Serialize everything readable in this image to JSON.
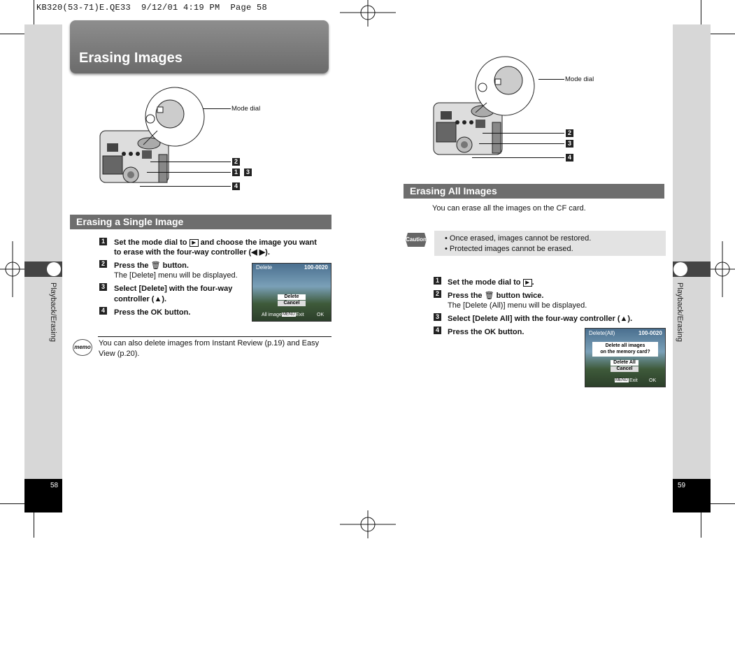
{
  "header_slug": "KB320(53-71)E.QE33  9/12/01 4:19 PM  Page 58",
  "left": {
    "title": "Erasing Images",
    "mode_dial_label": "Mode dial",
    "callouts": [
      "2",
      "1",
      "3",
      "4"
    ],
    "section_title": "Erasing a Single Image",
    "steps": [
      {
        "num": "1",
        "text_a": "Set the mode dial to",
        "text_b": "and choose the image you want",
        "text_c": "to erase with the four-way controller (◀ ▶)."
      },
      {
        "num": "2",
        "text_a": "Press the",
        "text_b": "button.",
        "note": "The [Delete] menu will be displayed."
      },
      {
        "num": "3",
        "text_a": "Select [Delete] with the four-way",
        "text_b": "controller (▲)."
      },
      {
        "num": "4",
        "text_a": "Press the OK button."
      }
    ],
    "screen": {
      "title": "Delete",
      "file": "100-0020",
      "menu": [
        "Delete",
        "Cancel"
      ],
      "footer_left": "All images",
      "footer_menu": "MENU",
      "footer_exit": "Exit",
      "footer_ok": "OK"
    },
    "memo_icon": "memo",
    "memo_text_1": "You can also delete images from Instant Review (p.19) and Easy",
    "memo_text_2": "View (p.20).",
    "side_label": "Playback/Erasing",
    "page_number": "58"
  },
  "right": {
    "mode_dial_label": "Mode dial",
    "callouts": [
      "2",
      "3",
      "4"
    ],
    "section_title": "Erasing All Images",
    "intro": "You can erase all the images on the CF card.",
    "caution_icon": "Caution",
    "caution_items": [
      "Once erased, images cannot be restored.",
      "Protected images cannot be erased."
    ],
    "steps": [
      {
        "num": "1",
        "text_a": "Set the mode dial to",
        "text_b": "."
      },
      {
        "num": "2",
        "text_a": "Press the",
        "text_b": "button twice.",
        "note": "The [Delete (All)] menu will be displayed."
      },
      {
        "num": "3",
        "text_a": "Select [Delete All] with the four-way controller (▲)."
      },
      {
        "num": "4",
        "text_a": "Press the OK button."
      }
    ],
    "screen": {
      "title": "Delete(All)",
      "file": "100-0020",
      "question_1": "Delete all images",
      "question_2": "on the memory card?",
      "menu": [
        "Delete All",
        "Cancel"
      ],
      "footer_menu": "MENU",
      "footer_exit": "Exit",
      "footer_ok": "OK"
    },
    "side_label": "Playback/Erasing",
    "page_number": "59"
  }
}
